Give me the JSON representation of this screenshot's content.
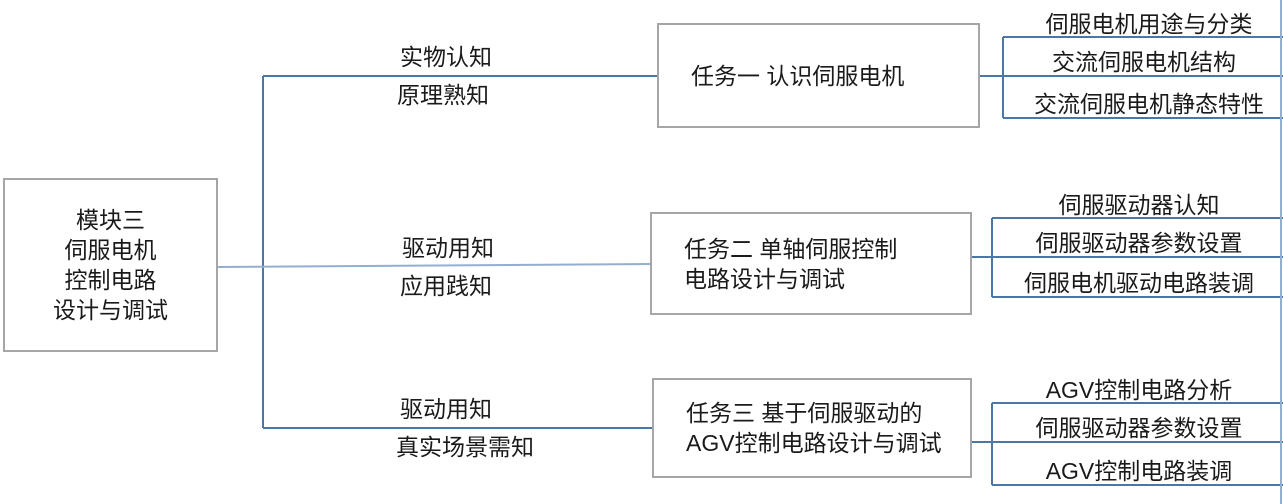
{
  "diagram": {
    "root": {
      "lines": [
        "模块三",
        "伺服电机",
        "控制电路",
        "设计与调试"
      ]
    },
    "branches": [
      {
        "edge_label_top": "实物认知",
        "edge_label_bottom": "原理熟知",
        "task": {
          "line1": "任务一  认识伺服电机",
          "line2": ""
        },
        "leaves": [
          "伺服电机用途与分类",
          "交流伺服电机结构",
          "交流伺服电机静态特性"
        ]
      },
      {
        "edge_label_top": "驱动用知",
        "edge_label_bottom": "应用践知",
        "task": {
          "line1": "任务二  单轴伺服控制",
          "line2": "电路设计与调试"
        },
        "leaves": [
          "伺服驱动器认知",
          "伺服驱动器参数设置",
          "伺服电机驱动电路装调"
        ]
      },
      {
        "edge_label_top": "驱动用知",
        "edge_label_bottom": "真实场景需知",
        "task": {
          "line1": "任务三  基于伺服驱动的",
          "line2": "AGV控制电路设计与调试"
        },
        "leaves": [
          "AGV控制电路分析",
          "伺服驱动器参数设置",
          "AGV控制电路装调"
        ]
      }
    ],
    "colors": {
      "connector_blue": "#4a76a8",
      "connector_light_blue": "#94aed0",
      "box_border_gray": "#a6a6a6",
      "text": "#1a1a1a",
      "background": "#ffffff"
    }
  }
}
